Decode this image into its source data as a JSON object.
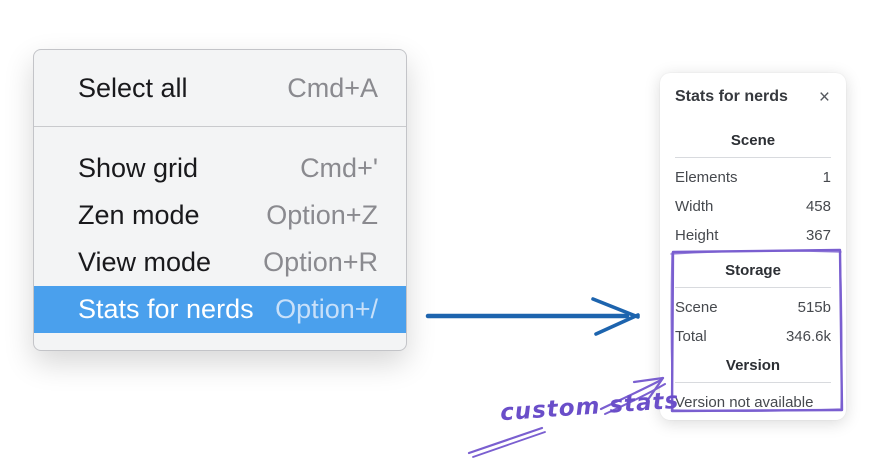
{
  "colors": {
    "menu_highlight": "#4aa0ed",
    "flow_arrow": "#1d64ae",
    "annotation_purple": "#7a5fd0"
  },
  "menu": {
    "items": [
      {
        "label": "Select all",
        "shortcut": "Cmd+A",
        "selected": false
      },
      {
        "label": "Show grid",
        "shortcut": "Cmd+'",
        "selected": false
      },
      {
        "label": "Zen mode",
        "shortcut": "Option+Z",
        "selected": false
      },
      {
        "label": "View mode",
        "shortcut": "Option+R",
        "selected": false
      },
      {
        "label": "Stats for nerds",
        "shortcut": "Option+/",
        "selected": true
      }
    ]
  },
  "stats_panel": {
    "title": "Stats for nerds",
    "close_icon": "×",
    "sections": [
      {
        "heading": "Scene",
        "rows": [
          {
            "label": "Elements",
            "value": "1"
          },
          {
            "label": "Width",
            "value": "458"
          },
          {
            "label": "Height",
            "value": "367"
          }
        ]
      },
      {
        "heading": "Storage",
        "rows": [
          {
            "label": "Scene",
            "value": "515b"
          },
          {
            "label": "Total",
            "value": "346.6k"
          }
        ]
      },
      {
        "heading": "Version",
        "note": "Version not available"
      }
    ]
  },
  "annotation": {
    "label": "custom stats"
  }
}
